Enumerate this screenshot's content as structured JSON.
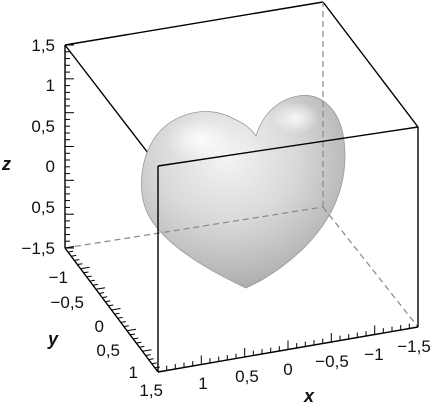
{
  "plot": {
    "z_axis": {
      "label": "z",
      "ticks": [
        "1,5",
        "1",
        "0,5",
        "0",
        "0,5",
        "−1,5"
      ]
    },
    "y_axis": {
      "label": "y",
      "ticks": [
        "−1",
        "−0,5",
        "0",
        "0,5",
        "1",
        "1,5"
      ]
    },
    "x_axis": {
      "label": "x",
      "ticks": [
        "1",
        "0,5",
        "0",
        "−0,5",
        "−1",
        "−1,5"
      ]
    },
    "surface": {
      "shape": "heart",
      "color": "#c8c8c8"
    },
    "box": {
      "stroke": "#000000",
      "hidden_edge_style": "dashed"
    }
  }
}
